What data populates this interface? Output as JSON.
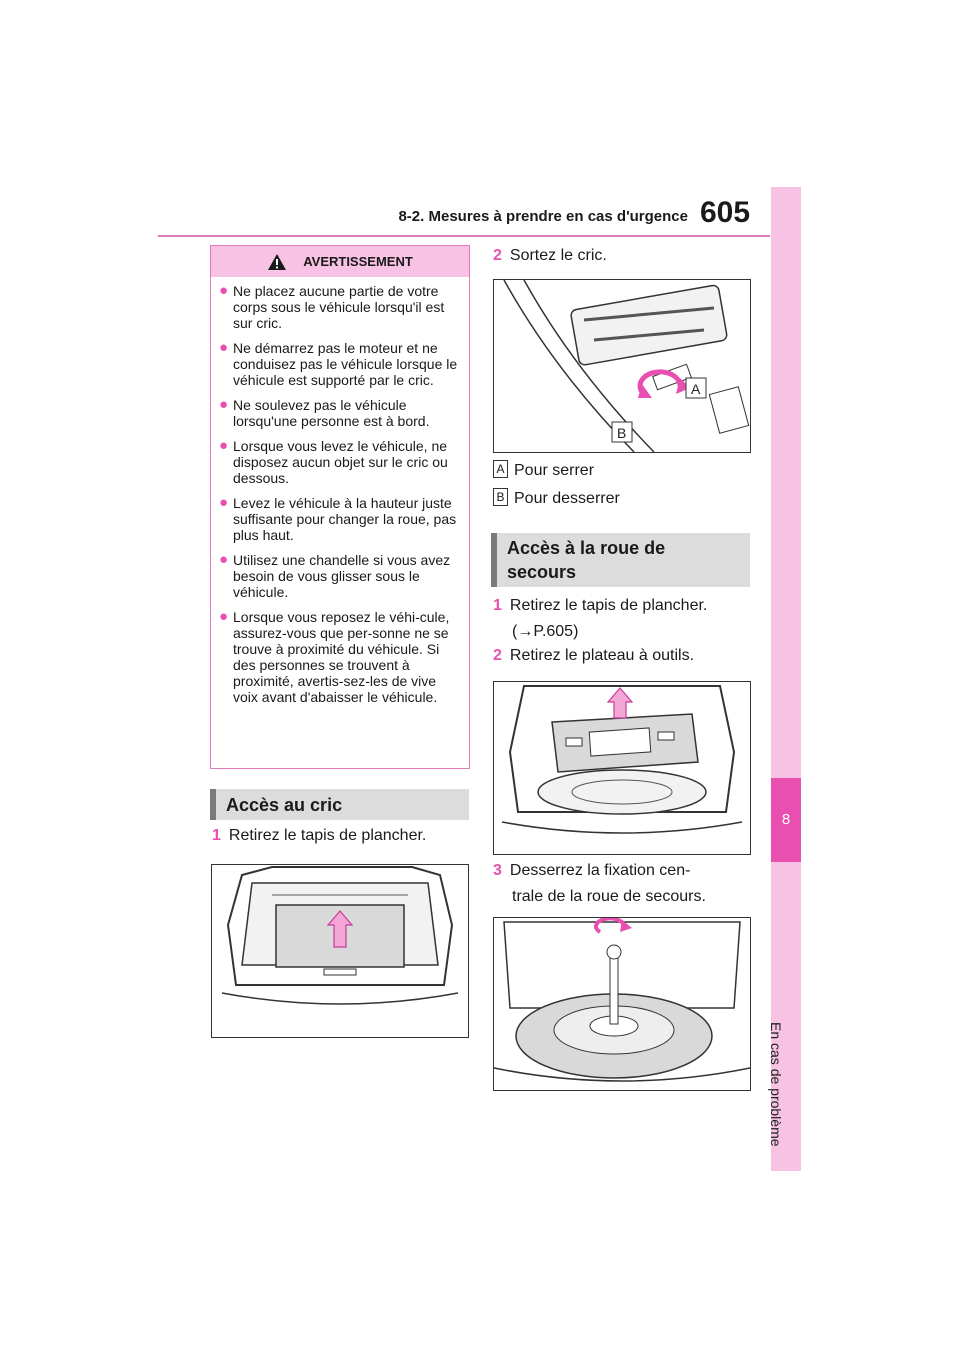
{
  "header": {
    "section_title": "8-2. Mesures à prendre en cas d'urgence",
    "page_number": "605"
  },
  "side_tab": {
    "chapter_number": "8",
    "chapter_label": "En cas de problème"
  },
  "warning": {
    "title": "AVERTISSEMENT",
    "items": [
      "Ne placez aucune partie de votre corps sous le véhicule lorsqu'il est sur cric.",
      "Ne démarrez pas le moteur et ne conduisez pas le véhicule lorsque le véhicule est supporté par le cric.",
      "Ne soulevez pas le véhicule lorsqu'une personne est à bord.",
      "Lorsque vous levez le véhicule, ne disposez aucun objet sur le cric ou dessous.",
      "Levez le véhicule à la hauteur juste suffisante pour changer la roue, pas plus haut.",
      "Utilisez une chandelle si vous avez besoin de vous glisser sous le véhicule.",
      "Lorsque vous reposez le véhi-cule, assurez-vous que per-sonne ne se trouve à proximité du véhicule. Si des personnes se trouvent à proximité, avertis-sez-les de vive voix avant d'abaisser le véhicule."
    ]
  },
  "section_jack": {
    "title": "Accès au cric",
    "step1_num": "1",
    "step1_text": "Retirez le tapis de plancher."
  },
  "right_column": {
    "step2_num": "2",
    "step2_text": "Sortez le cric.",
    "label_a": "A",
    "label_b": "B",
    "legend_a": "Pour serrer",
    "legend_b": "Pour desserrer"
  },
  "section_spare": {
    "title_line1": "Accès à la roue de",
    "title_line2": "secours",
    "step1_num": "1",
    "step1_text": "Retirez le tapis de plancher.",
    "step1_ref": "(→P.605)",
    "step2_num": "2",
    "step2_text": "Retirez le plateau à outils.",
    "step3_num": "3",
    "step3_line1": "Desserrez la fixation cen-",
    "step3_line2": "trale de la roue de secours."
  },
  "colors": {
    "accent": "#e84fb0",
    "tab_background": "#f7c2e3",
    "section_heading_bg": "#dcdcdc"
  }
}
